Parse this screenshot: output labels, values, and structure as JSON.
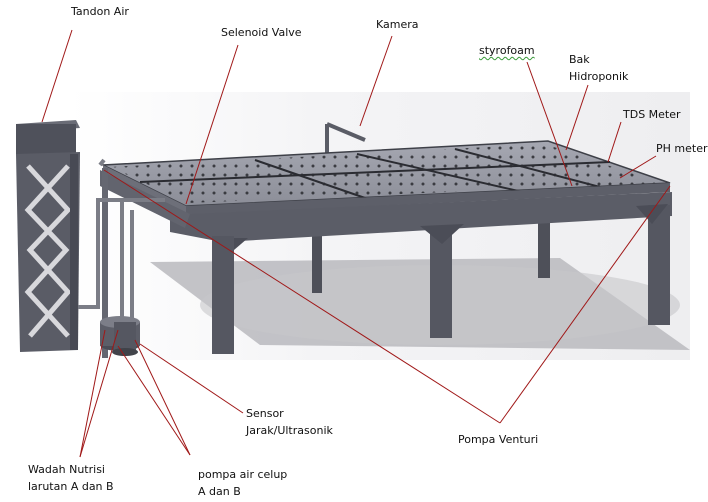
{
  "labels": {
    "tandon_air": "Tandon Air",
    "selenoid_valve": "Selenoid Valve",
    "kamera": "Kamera",
    "styrofoam": "styrofoam",
    "bak_hidroponik": "Bak\nHidroponik",
    "tds_meter": "TDS Meter",
    "ph_meter": "PH meter",
    "sensor": "Sensor\nJarak/Ultrasonik",
    "pompa_venturi": "Pompa Venturi",
    "wadah_nutrisi": "Wadah Nutrisi\nlarutan A dan B",
    "pompa_air_celup": "pompa air celup\nA dan B"
  },
  "colors": {
    "leader_line": "#a01818",
    "frame": "#585a66",
    "frame_dark": "#3f414b",
    "panel": "#9a9ca6",
    "shadow": "#b4b4b8"
  }
}
